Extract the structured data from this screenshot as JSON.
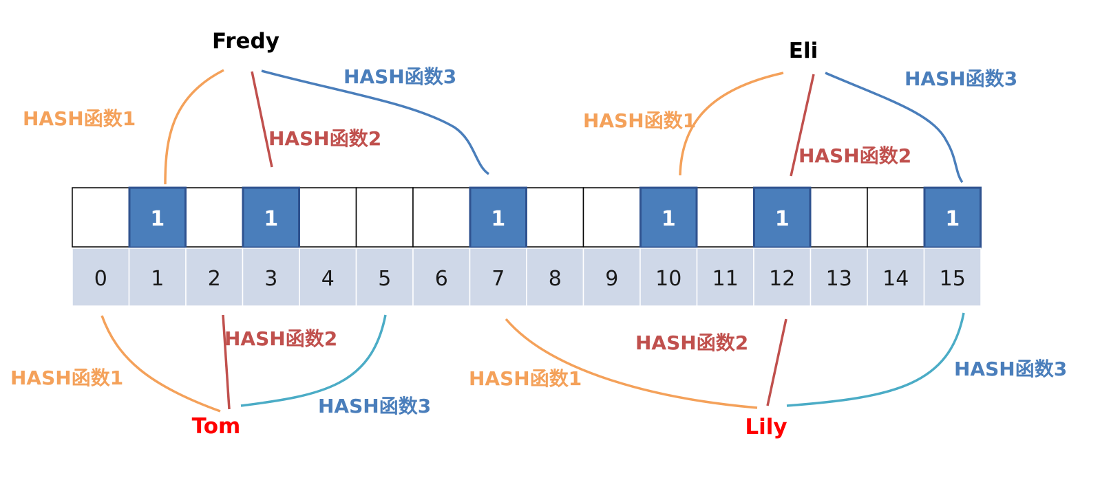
{
  "colors": {
    "hash1": "#f4a15a",
    "hash2": "#c0504d",
    "hash3_top": "#4a7ebb",
    "hash3_bottom": "#4bacc6",
    "hash3_label": "#4a7ebb",
    "set_cell": "#4a7ebb",
    "index_bg": "#cfd8e8",
    "query_name": "#ff0000",
    "insert_name": "#000000"
  },
  "bit_array": {
    "indices": [
      "0",
      "1",
      "2",
      "3",
      "4",
      "5",
      "6",
      "7",
      "8",
      "9",
      "10",
      "11",
      "12",
      "13",
      "14",
      "15"
    ],
    "set_bits": [
      1,
      3,
      7,
      10,
      12,
      15
    ],
    "set_value": "1"
  },
  "inserted": [
    {
      "name": "Fredy",
      "labels": [
        "HASH函数1",
        "HASH函数2",
        "HASH函数3"
      ],
      "targets": [
        1,
        3,
        7
      ]
    },
    {
      "name": "Eli",
      "labels": [
        "HASH函数1",
        "HASH函数2",
        "HASH函数3"
      ],
      "targets": [
        10,
        12,
        15
      ]
    }
  ],
  "queries": [
    {
      "name": "Tom",
      "labels": [
        "HASH函数1",
        "HASH函数2",
        "HASH函数3"
      ],
      "targets": [
        0,
        2,
        5
      ]
    },
    {
      "name": "Lily",
      "labels": [
        "HASH函数1",
        "HASH函数2",
        "HASH函数3"
      ],
      "targets": [
        7,
        12,
        15
      ]
    }
  ]
}
